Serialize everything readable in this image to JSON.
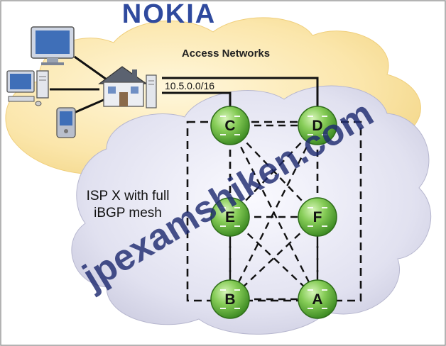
{
  "brand": {
    "logo_text": "NOKIA",
    "logo_color": "#2f4a9e"
  },
  "labels": {
    "access_networks": "Access Networks",
    "isp_line1": "ISP X with full",
    "isp_line2": "iBGP mesh",
    "subnet": "10.5.0.0/16"
  },
  "watermark": "jpexamshiken.com",
  "routers": [
    {
      "id": "C",
      "label": "C"
    },
    {
      "id": "D",
      "label": "D"
    },
    {
      "id": "E",
      "label": "E"
    },
    {
      "id": "F",
      "label": "F"
    },
    {
      "id": "B",
      "label": "B"
    },
    {
      "id": "A",
      "label": "A"
    }
  ],
  "ibgp_sessions": [
    [
      "C",
      "D"
    ],
    [
      "C",
      "E"
    ],
    [
      "C",
      "F"
    ],
    [
      "C",
      "B"
    ],
    [
      "C",
      "A"
    ],
    [
      "D",
      "E"
    ],
    [
      "D",
      "F"
    ],
    [
      "D",
      "B"
    ],
    [
      "D",
      "A"
    ],
    [
      "E",
      "F"
    ],
    [
      "E",
      "B"
    ],
    [
      "E",
      "A"
    ],
    [
      "F",
      "B"
    ],
    [
      "F",
      "A"
    ],
    [
      "B",
      "A"
    ]
  ],
  "physical_links": [
    [
      "house",
      "C"
    ],
    [
      "house",
      "D"
    ]
  ],
  "devices": [
    "monitor-icon",
    "desktop-pc-icon",
    "pda-icon",
    "house-icon"
  ],
  "colors": {
    "router_fill": "#7ec850",
    "router_dark": "#3f8a24",
    "access_cloud": "#fbe9b4",
    "isp_cloud": "#dcdcee",
    "mesh_line": "#111111"
  }
}
